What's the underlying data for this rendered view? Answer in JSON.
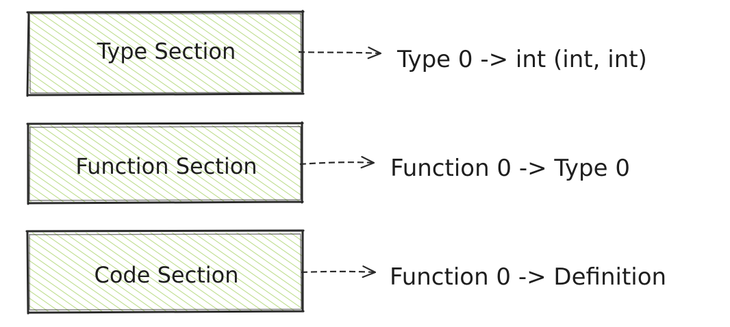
{
  "colors": {
    "box_fill": "#b2d778",
    "stroke": "#2a2a2a",
    "text": "#1e1e1e"
  },
  "rows": [
    {
      "box_label": "Type Section",
      "annotation": "Type 0 -> int (int, int)"
    },
    {
      "box_label": "Function Section",
      "annotation": "Function 0 -> Type 0"
    },
    {
      "box_label": "Code Section",
      "annotation": "Function 0 -> Definition"
    }
  ]
}
